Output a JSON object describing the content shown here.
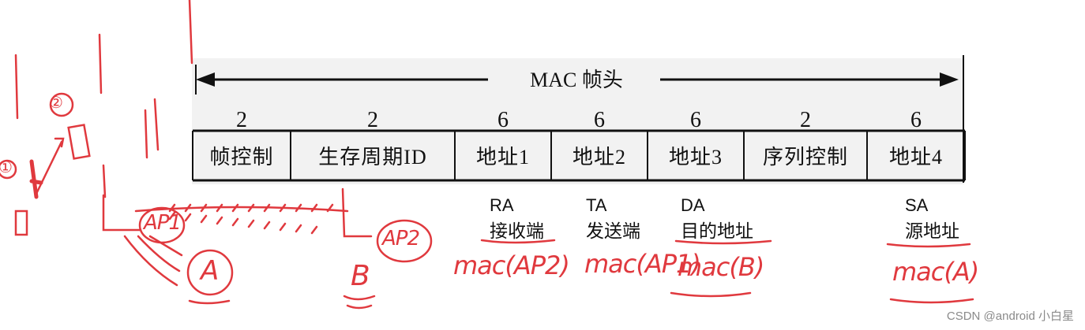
{
  "diagram": {
    "header_title": "MAC 帧头",
    "fields": [
      {
        "name": "帧控制",
        "size": "2"
      },
      {
        "name": "生存周期ID",
        "size": "2"
      },
      {
        "name": "地址1",
        "size": "6"
      },
      {
        "name": "地址2",
        "size": "6"
      },
      {
        "name": "地址3",
        "size": "6"
      },
      {
        "name": "序列控制",
        "size": "2"
      },
      {
        "name": "地址4",
        "size": "6"
      }
    ],
    "roles": [
      {
        "abbr": "RA",
        "name": "接收端",
        "handwritten": "mac(AP2)"
      },
      {
        "abbr": "TA",
        "name": "发送端",
        "handwritten": "mac(AP1)"
      },
      {
        "abbr": "DA",
        "name": "目的地址",
        "handwritten": "mac(B)"
      },
      {
        "abbr": "SA",
        "name": "源地址",
        "handwritten": "mac(A)"
      }
    ]
  },
  "sketch": {
    "ap1": "AP1",
    "ap2": "AP2",
    "node_a": "A",
    "node_b": "B",
    "step1": "①",
    "step2": "②"
  },
  "watermark": "CSDN @android 小白星",
  "colors": {
    "ink": "#111111",
    "annotation": "#e0393e",
    "panel": "#f2f2f2"
  }
}
